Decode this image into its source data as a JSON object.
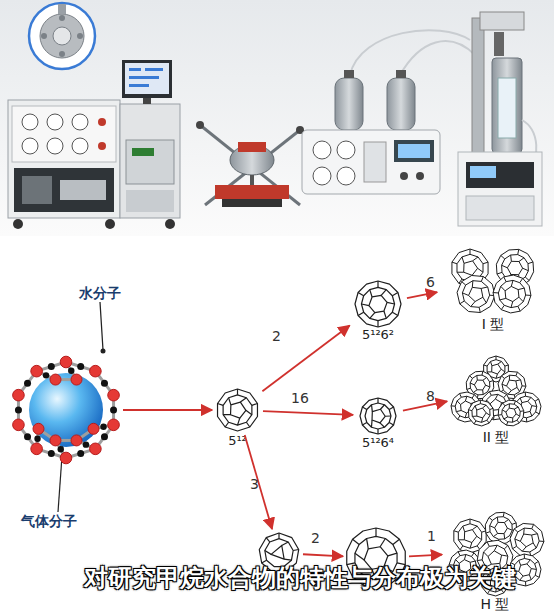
{
  "diagram": {
    "caption": "对研究甲烷水合物的特性与分布极为关键",
    "nodes": [
      {
        "text": [
          "水分子",
          "气体分子"
        ]
      },
      {
        "text": [
          "5¹²"
        ]
      },
      {
        "text": [
          "5¹²6²"
        ]
      },
      {
        "text": [
          "5¹²6⁴"
        ]
      },
      {
        "text": []
      },
      {
        "text": []
      },
      {
        "text": [
          "I 型"
        ]
      },
      {
        "text": [
          "II 型"
        ]
      },
      {
        "text": [
          "H 型"
        ]
      }
    ],
    "edges": [
      {
        "from": 0,
        "to": 1,
        "arrow": "to"
      },
      {
        "from": 1,
        "to": 2,
        "label": "2",
        "arrow": "to"
      },
      {
        "from": 1,
        "to": 3,
        "label": "16",
        "arrow": "to"
      },
      {
        "from": 1,
        "to": 4,
        "label": "3",
        "arrow": "to"
      },
      {
        "from": 2,
        "to": 6,
        "label": "6",
        "arrow": "to"
      },
      {
        "from": 3,
        "to": 7,
        "label": "8",
        "arrow": "to"
      },
      {
        "from": 4,
        "to": 5,
        "label": "2",
        "arrow": "to"
      },
      {
        "from": 5,
        "to": 8,
        "label": "1",
        "arrow": "to"
      }
    ]
  }
}
